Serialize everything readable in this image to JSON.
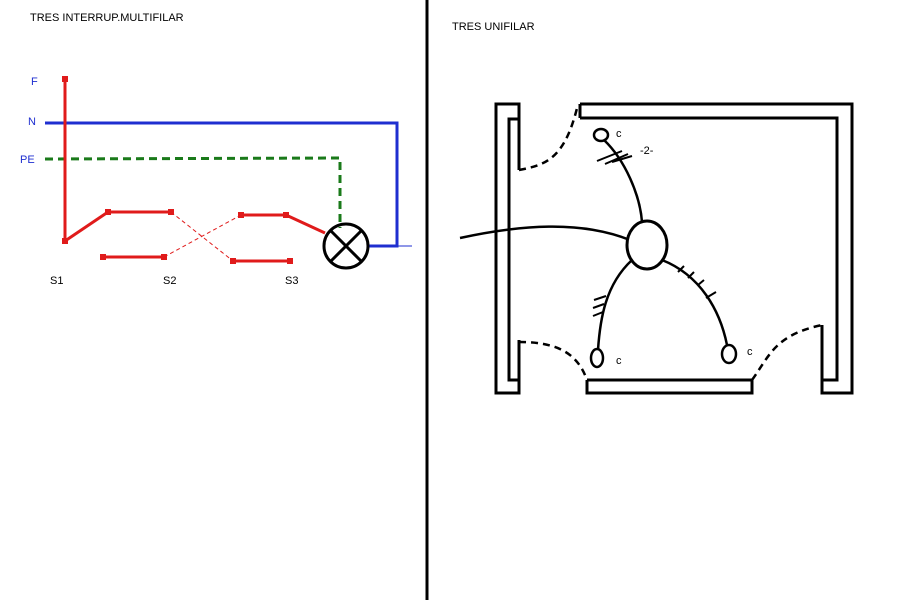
{
  "multifilar": {
    "title": "TRES INTERRUP.MULTIFILAR",
    "conductors": {
      "phase": "F",
      "neutral": "N",
      "earth": "PE"
    },
    "switches": [
      "S1",
      "S2",
      "S3"
    ]
  },
  "unifilar": {
    "title": "TRES UNIFILAR",
    "switch_label": "c",
    "conductor_count": "-2-"
  },
  "colors": {
    "phase": "#e01b1b",
    "neutral": "#1f2fd0",
    "earth": "#1a7a1a",
    "line": "#000000",
    "label_blue": "#1f2fd0"
  }
}
